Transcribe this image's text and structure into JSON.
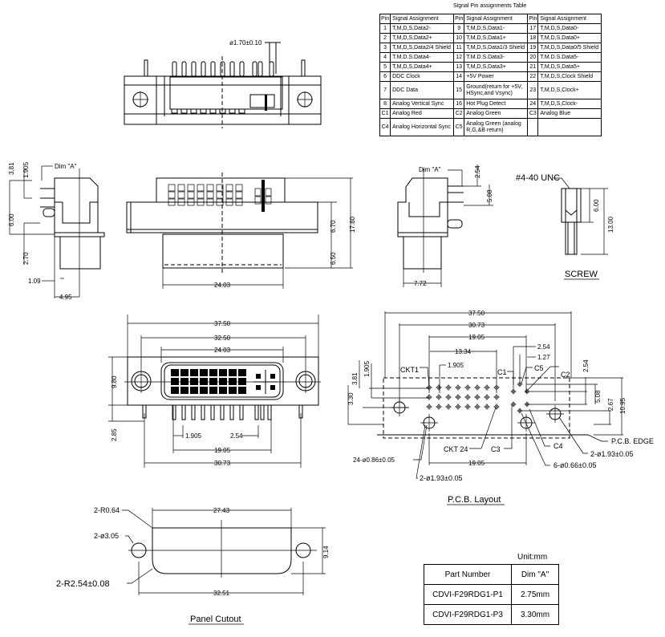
{
  "signal_table": {
    "title": "Signal Pin assignments Table",
    "headers": [
      "Pin",
      "Signal Assignment",
      "Pin",
      "Signal Assignment",
      "Pin",
      "Signal Assignment"
    ],
    "rows": [
      [
        "1",
        "T,M,D,S,Data2-",
        "9",
        "T,M,D,S,Data1-",
        "17",
        "T,M,D,S,Data0-"
      ],
      [
        "2",
        "T,M,D,S,Data2+",
        "10",
        "T,M,D,S,Data1+",
        "18",
        "T,M,D,S,Data0+"
      ],
      [
        "3",
        "T,M,D,S,Data2/4 Shield",
        "11",
        "T,M,D,S,Data1/3 Shield",
        "19",
        "T,M,D,S,Data0/5 Shield"
      ],
      [
        "4",
        "T.M.D.S.Data4-",
        "12",
        "T.M.D.S.Data3-",
        "20",
        "T.M.D.S.Data5-"
      ],
      [
        "5",
        "T,M,D,S,Data4+",
        "13",
        "T,M,D,S,Data3+",
        "21",
        "T,M,D,S,Data5+"
      ],
      [
        "6",
        "DDC Clock",
        "14",
        "+5V Power",
        "22",
        "T,M,D,S,Clock Shield"
      ],
      [
        "7",
        "DDC Data",
        "15",
        "Ground(return for +5V, HSync,and Vsync)",
        "23",
        "T,M,D,S,Clock+"
      ],
      [
        "8",
        "Analog Vertical Sync",
        "16",
        "Hot Plug Detect",
        "24",
        "T,M,D,S,Clock-"
      ],
      [
        "C1",
        "Analog Red",
        "C2",
        "Analog Green",
        "C3",
        "Analog Blue"
      ],
      [
        "C4",
        "Analog Horizontal Sync",
        "C5",
        "Analog Green (analog R,G,&B return)",
        "",
        ""
      ]
    ]
  },
  "top_view": {
    "pin_dia": "ø1.70±0.10"
  },
  "side_view_left": {
    "dim_a": "Dim \"A\"",
    "d1": "3.81",
    "d2": "1.905",
    "d3": "6.00",
    "d4": "2.70",
    "d5": "1.09",
    "d6": "4.95"
  },
  "front_top_view": {
    "width": "24.03",
    "h1": "6.70",
    "h2": "6.50",
    "total_h": "17.80"
  },
  "side_view_right": {
    "dim_a": "Dim \"A\"",
    "d1": "2.54",
    "d2": "5.08",
    "width": "7.72"
  },
  "screw": {
    "thread": "#4-40 UNC",
    "head": "6.00",
    "length": "13.00",
    "label": "SCREW"
  },
  "front_view": {
    "w1": "37.50",
    "w2": "32.50",
    "w3": "24.03",
    "height": "9.80",
    "pin_len": "2.85",
    "pitch1": "1.905",
    "pitch2": "2.54",
    "span1": "19.05",
    "span2": "30.73"
  },
  "pcb_layout": {
    "title": "P.C.B. Layout",
    "w1": "37.50",
    "w2": "30.73",
    "w3": "19.05",
    "w4": "13.34",
    "w5": "2.54",
    "w6": "1.27",
    "pitch": "1.905",
    "v1": "3.81",
    "v2": "1.905",
    "v3": "3.30",
    "v4": "2.54",
    "v5": "5.08",
    "v6": "2.67",
    "v7": "10.95",
    "ckt1": "CKT1",
    "ckt24": "CKT 24",
    "c1": "C1",
    "c2": "C2",
    "c3": "C3",
    "c4": "C4",
    "c5": "C5",
    "holes_small": "24-ø0.86±0.05",
    "holes_mount_left": "2-ø1.93±0.05",
    "holes_mount_right": "2-ø1.93±0.05",
    "holes_c": "6-ø0.66±0.05",
    "bottom_span": "19.05",
    "edge": "P.C.B. EDGE"
  },
  "panel_cutout": {
    "title": "Panel Cutout",
    "r1": "2-R0.64",
    "hole": "2-ø3.05",
    "r2": "2-R2.54±0.08",
    "w1": "27.43",
    "w2": "32.51",
    "h": "9.14"
  },
  "part_table": {
    "unit": "Unit:mm",
    "headers": [
      "Part Number",
      "Dim \"A\""
    ],
    "rows": [
      {
        "part": "CDVI-F29RDG1-P1",
        "dim": "2.75mm"
      },
      {
        "part": "CDVI-F29RDG1-P3",
        "dim": "3.30mm"
      }
    ]
  }
}
